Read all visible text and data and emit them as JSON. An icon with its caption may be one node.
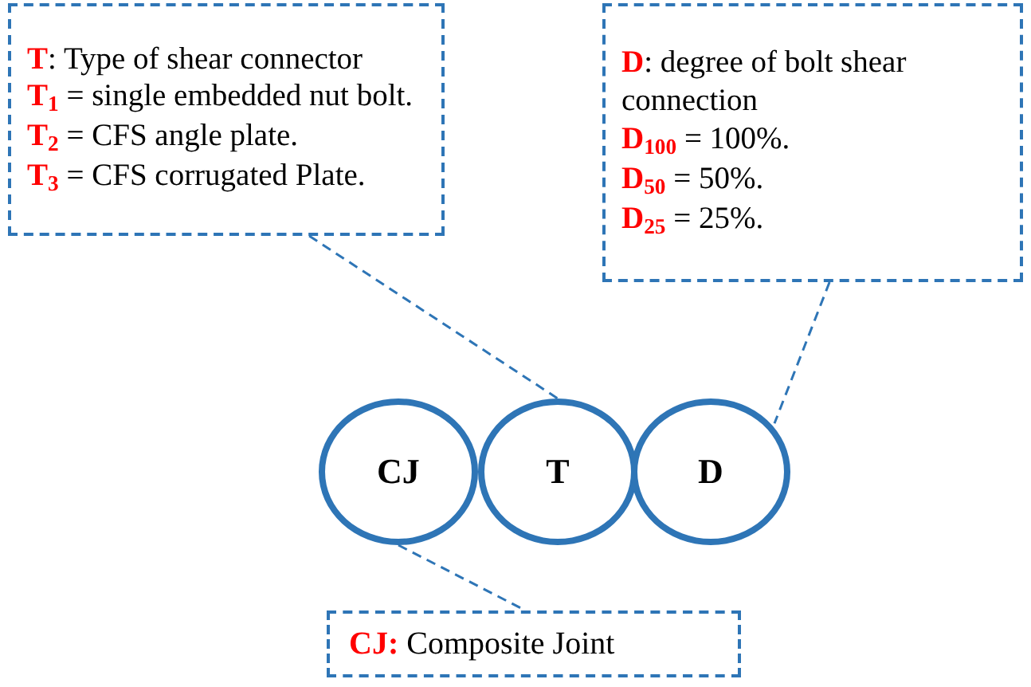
{
  "diagram": {
    "nodes": [
      {
        "text": [
          "**T**: Type of shear connector",
          "**T**$_{1}$ = single embedded nut bolt.",
          "**T**$_{2}$ = CFS angle plate.",
          "**T**$_{3}$ = CFS corrugated Plate."
        ]
      },
      {
        "text": [
          "**D**: degree of bolt shear connection",
          "**D**$_{100}$ = 100%.",
          "**D**$_{50}$ = 50%.",
          "**D**$_{25}$ = 25%."
        ]
      },
      {
        "text": [
          "CJ"
        ]
      },
      {
        "text": [
          "T"
        ]
      },
      {
        "text": [
          "D"
        ]
      },
      {
        "text": [
          "**CJ:** Composite Joint"
        ]
      }
    ],
    "edges": [
      {
        "from": 0,
        "to": 3,
        "arrow": "none",
        "style": "dashed"
      },
      {
        "from": 1,
        "to": 4,
        "arrow": "none",
        "style": "dashed"
      },
      {
        "from": 2,
        "to": 5,
        "arrow": "none",
        "style": "dashed"
      }
    ]
  }
}
